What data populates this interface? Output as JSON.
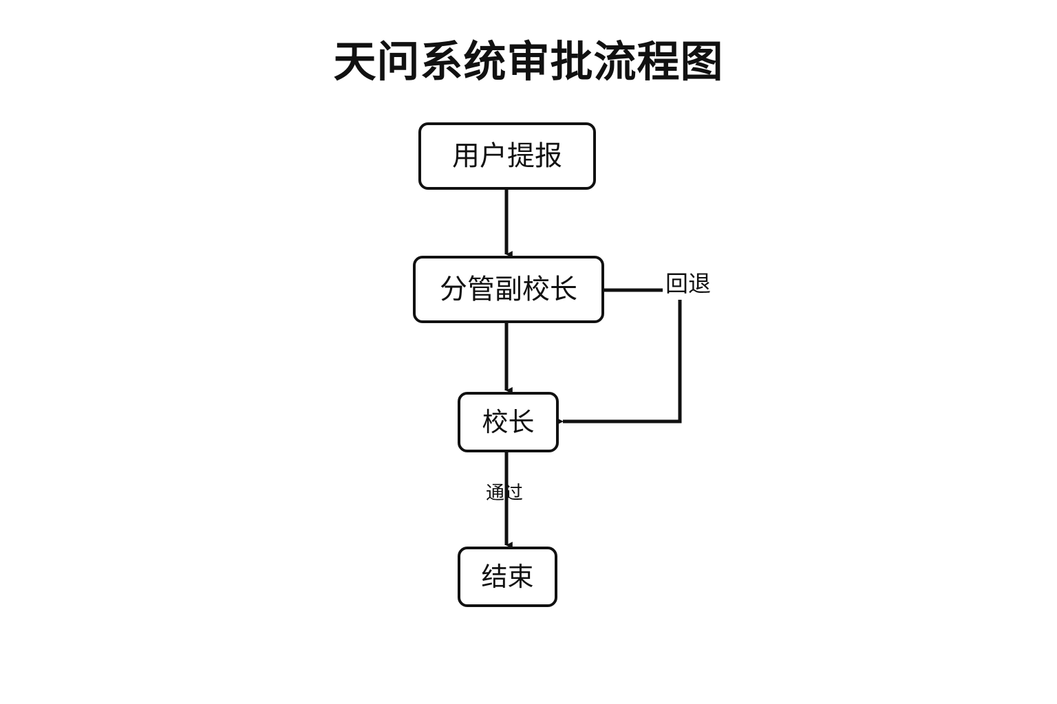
{
  "diagram": {
    "title": "天问系统审批流程图",
    "type": "flowchart",
    "orientation": "top-to-bottom",
    "background_color": "#ffffff",
    "stroke_color": "#111111",
    "nodes": [
      {
        "id": "submit",
        "label": "用户提报",
        "shape": "rounded-rectangle"
      },
      {
        "id": "vice-principal",
        "label": "分管副校长",
        "shape": "rounded-rectangle"
      },
      {
        "id": "principal",
        "label": "校长",
        "shape": "rounded-rectangle"
      },
      {
        "id": "end",
        "label": "结束",
        "shape": "rounded-rectangle"
      }
    ],
    "edges": [
      {
        "id": "e1",
        "from": "submit",
        "to": "vice-principal",
        "label": "",
        "style": "straight-down"
      },
      {
        "id": "e2",
        "from": "vice-principal",
        "to": "principal",
        "label": "",
        "style": "straight-down"
      },
      {
        "id": "e3",
        "from": "vice-principal",
        "to": "principal",
        "label": "回退",
        "style": "right-elbow-return"
      },
      {
        "id": "e4",
        "from": "principal",
        "to": "end",
        "label": "通过",
        "style": "straight-down"
      }
    ]
  }
}
